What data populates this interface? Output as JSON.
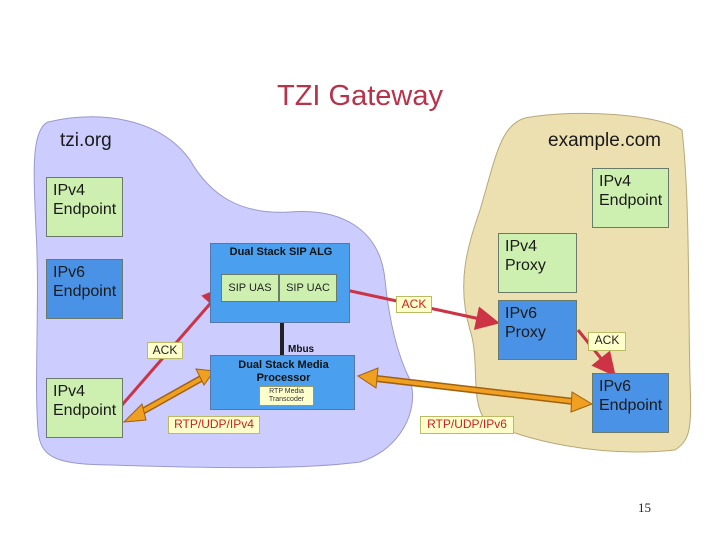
{
  "title": "TZI Gateway",
  "domains": {
    "left": "tzi.org",
    "right": "example.com"
  },
  "nodes": {
    "ipv4_endpoint_left_top": "IPv4\nEndpoint",
    "ipv6_endpoint_left": "IPv6\nEndpoint",
    "ipv4_endpoint_left_bottom": "IPv4\nEndpoint",
    "ipv4_endpoint_right": "IPv4\nEndpoint",
    "ipv4_proxy": "IPv4\nProxy",
    "ipv6_proxy": "IPv6\nProxy",
    "ipv6_endpoint_right": "IPv6\nEndpoint"
  },
  "gateway": {
    "alg_title": "Dual Stack SIP ALG",
    "sip_uas": "SIP UAS",
    "sip_uac": "SIP UAC",
    "mbus": "Mbus",
    "media_title": "Dual Stack Media Processor",
    "transcoder": "RTP Media Transcoder"
  },
  "messages": {
    "ack_left": "ACK",
    "ack_middle": "ACK",
    "ack_right": "ACK",
    "rtp_ipv4": "RTP/UDP/IPv4",
    "rtp_ipv6": "RTP/UDP/IPv6"
  },
  "colors": {
    "title": "#b8324a",
    "left_cloud": "#ccccff",
    "right_cloud": "#ecdfb0",
    "node_green": "#cdf0b0",
    "node_blue": "#4a92e6",
    "sip_arrow": "#cc3344",
    "media_arrow": "#f0a020"
  },
  "page_number": "15"
}
